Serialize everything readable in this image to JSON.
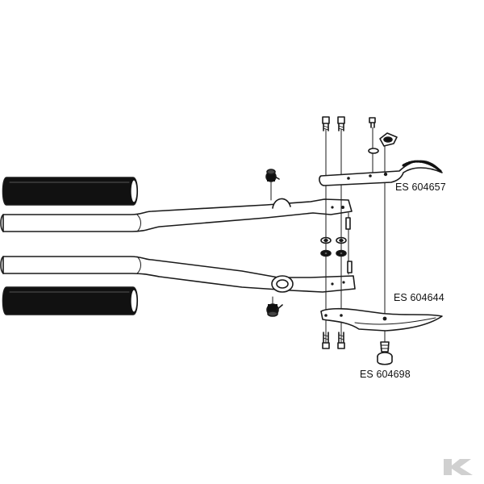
{
  "parts": {
    "upper_blade": {
      "code": "ES 604657"
    },
    "lower_blade": {
      "code": "ES 604644"
    },
    "pivot_bolt": {
      "code": "ES 604698"
    }
  },
  "watermark": {
    "logo_name": "k-logo-icon",
    "color": "#d0d0d0"
  },
  "colors": {
    "line": "#1a1a1a",
    "grip": "#111111",
    "background": "#ffffff"
  }
}
